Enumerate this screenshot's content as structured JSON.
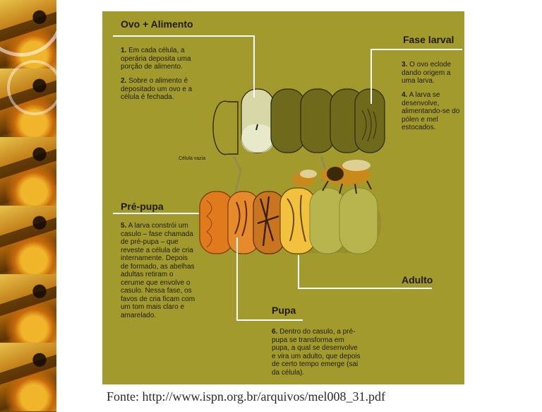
{
  "headings": {
    "ovo_alimento": "Ovo + Alimento",
    "fase_larval": "Fase larval",
    "pre_pupa": "Pré-pupa",
    "adulto": "Adulto",
    "pupa": "Pupa"
  },
  "steps": {
    "s1": {
      "num": "1.",
      "text": "Em cada célula, a operária deposita uma porção de alimento."
    },
    "s2": {
      "num": "2.",
      "text": "Sobre o alimento é depositado um ovo e a célula é fechada."
    },
    "s3": {
      "num": "3.",
      "text": "O ovo eclode dando origem a uma larva."
    },
    "s4": {
      "num": "4.",
      "text": "A larva se desenvolve, alimentando-se do pólen e mel estocados."
    },
    "s5": {
      "num": "5.",
      "text": "A larva constrói um casulo – fase chamada de pré-pupa – que reveste a célula de cria internamente. Depois de formado, as abelhas adultas retiram o cerume que envolve o casulo. Nessa fase, os favos de cria ficam com um tom mais claro e amarelado."
    },
    "s6": {
      "num": "6.",
      "text": "Dentro do casulo, a pré-pupa se transforma em pupa, a qual se desenvolve e vira um adulto, que depois de certo tempo emerge (sai da célula)."
    }
  },
  "labels": {
    "celula_vazia": "Célula vazia"
  },
  "source": {
    "label": "Fonte:",
    "url": "http://www.ispn.org.br/arquivos/mel008_31.pdf"
  },
  "colors": {
    "panel": "#a39a2e",
    "comb_dark": "#6f6a1b",
    "cell_light": "#d8d7a8",
    "cell_orange": "#e07a1c",
    "cell_pale": "#b8b54f",
    "leader_line": "#ffffff"
  }
}
